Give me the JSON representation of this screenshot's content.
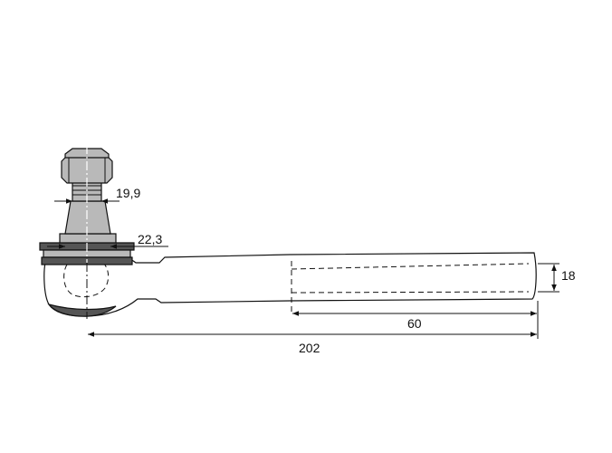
{
  "dimensions": {
    "stud_diameter": "19,9",
    "taper_diameter": "22,3",
    "thread_diameter": "18",
    "thread_length": "60",
    "overall_length": "202"
  }
}
